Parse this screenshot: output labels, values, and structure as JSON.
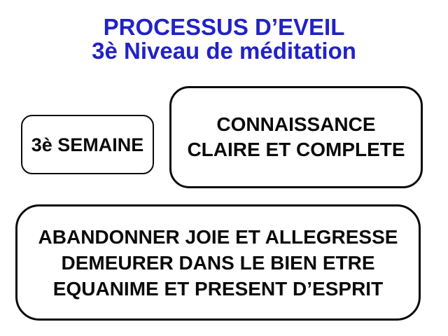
{
  "slide": {
    "title": {
      "line1": "PROCESSUS D’EVEIL",
      "line2": "3è Niveau de méditation"
    },
    "boxes": [
      {
        "id": "semaine",
        "lines": [
          "3è SEMAINE"
        ]
      },
      {
        "id": "connaissance",
        "lines": [
          "CONNAISSANCE",
          "CLAIRE ET COMPLETE"
        ]
      },
      {
        "id": "abandon",
        "lines": [
          "ABANDONNER JOIE ET ALLEGRESSE",
          "DEMEURER DANS LE BIEN ETRE",
          "EQUANIME ET PRESENT D’ESPRIT"
        ]
      }
    ],
    "colors": {
      "title_text": "#2222C8",
      "box_text": "#0a0a0a",
      "box_border": "#0a0a0a",
      "background": "#ffffff"
    }
  }
}
